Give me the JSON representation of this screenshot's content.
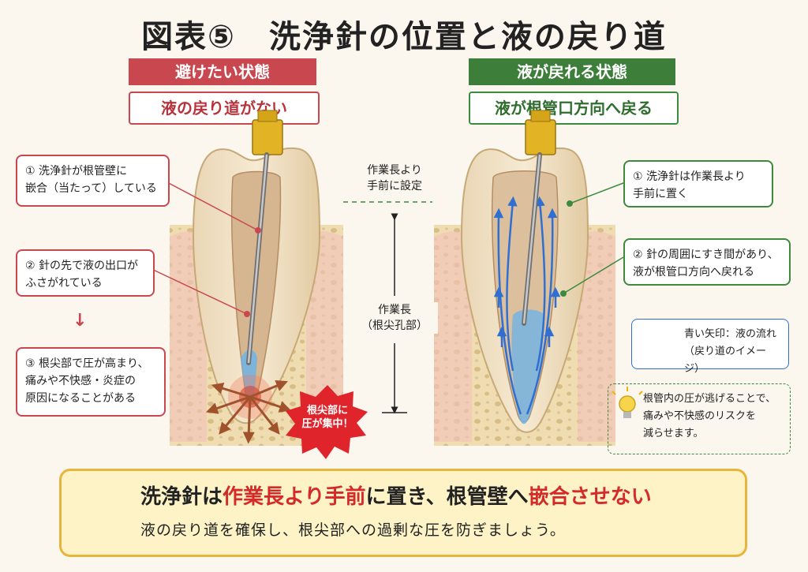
{
  "title": "図表⑤　洗浄針の位置と液の戻り道",
  "left": {
    "header": "避けたい状態",
    "subheader": "液の戻り道がない",
    "note1_line1": "① 洗浄針が根管壁に",
    "note1_line2": "嵌合（当たって）している",
    "note2_line1": "② 針の先で液の出口が",
    "note2_line2": "ふさがれている",
    "arrow": "↓",
    "note3_line1": "③ 根尖部で圧が高まり、",
    "note3_line2": "痛みや不快感・炎症の",
    "note3_line3": "原因になることがある",
    "burst_line1": "根尖部に",
    "burst_line2": "圧が集中！"
  },
  "center": {
    "label1_line1": "作業長より",
    "label1_line2": "手前に設定",
    "label2_line1": "作業長",
    "label2_line2": "（根尖孔部）"
  },
  "right": {
    "header": "液が戻れる状態",
    "subheader": "液が根管口方向へ戻る",
    "note1_line1": "① 洗浄針は作業長より",
    "note1_line2": "手前に置く",
    "note2_line1": "② 針の周囲にすき間があり、",
    "note2_line2": "液が根管口方向へ戻れる",
    "legend_line1": "青い矢印：液の流れ",
    "legend_line2": "（戻り道のイメージ）",
    "tip_line1": "根管内の圧が逃げることで、",
    "tip_line2": "痛みや不快感のリスクを",
    "tip_line3": "減らせます。"
  },
  "bottom": {
    "part1": "洗浄針は",
    "part2": "作業長より手前",
    "part3": "に置き、根管壁へ",
    "part4": "嵌合させない",
    "line2": "液の戻り道を確保し、根尖部への過剰な圧を防ぎましょう。"
  },
  "colors": {
    "red": "#c9474f",
    "green": "#3d8a3f",
    "blue_flow": "#2f6fd1",
    "warning_yellow": "#f4c430"
  }
}
